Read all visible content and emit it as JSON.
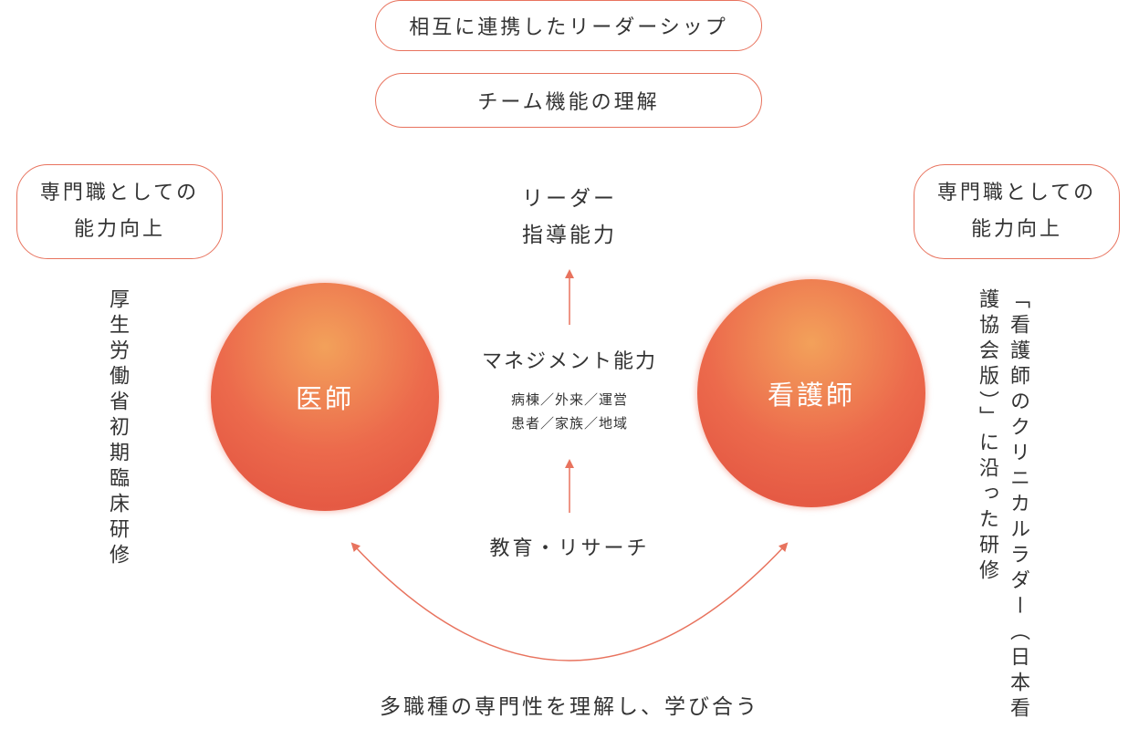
{
  "top_pills": {
    "pill1": "相互に連携したリーダーシップ",
    "pill2": "チーム機能の理解"
  },
  "left_box": {
    "line1": "専門職としての",
    "line2": "能力向上"
  },
  "right_box": {
    "line1": "専門職としての",
    "line2": "能力向上"
  },
  "left_vertical": "厚生労働省初期臨床研修",
  "right_vertical": "「看護師のクリニカルラダー（日本看護協会版）」に沿った研修",
  "center": {
    "leader_line1": "リーダー",
    "leader_line2": "指導能力",
    "management": "マネジメント能力",
    "management_sub1": "病棟／外来／運営",
    "management_sub2": "患者／家族／地域",
    "education": "教育・リサーチ"
  },
  "orbs": {
    "doctor": "医師",
    "nurse": "看護師"
  },
  "bottom_caption": "多職種の専門性を理解し、学び合う",
  "colors": {
    "accent": "#e8735e",
    "orb": "#ec6a4c",
    "text": "#333333"
  }
}
